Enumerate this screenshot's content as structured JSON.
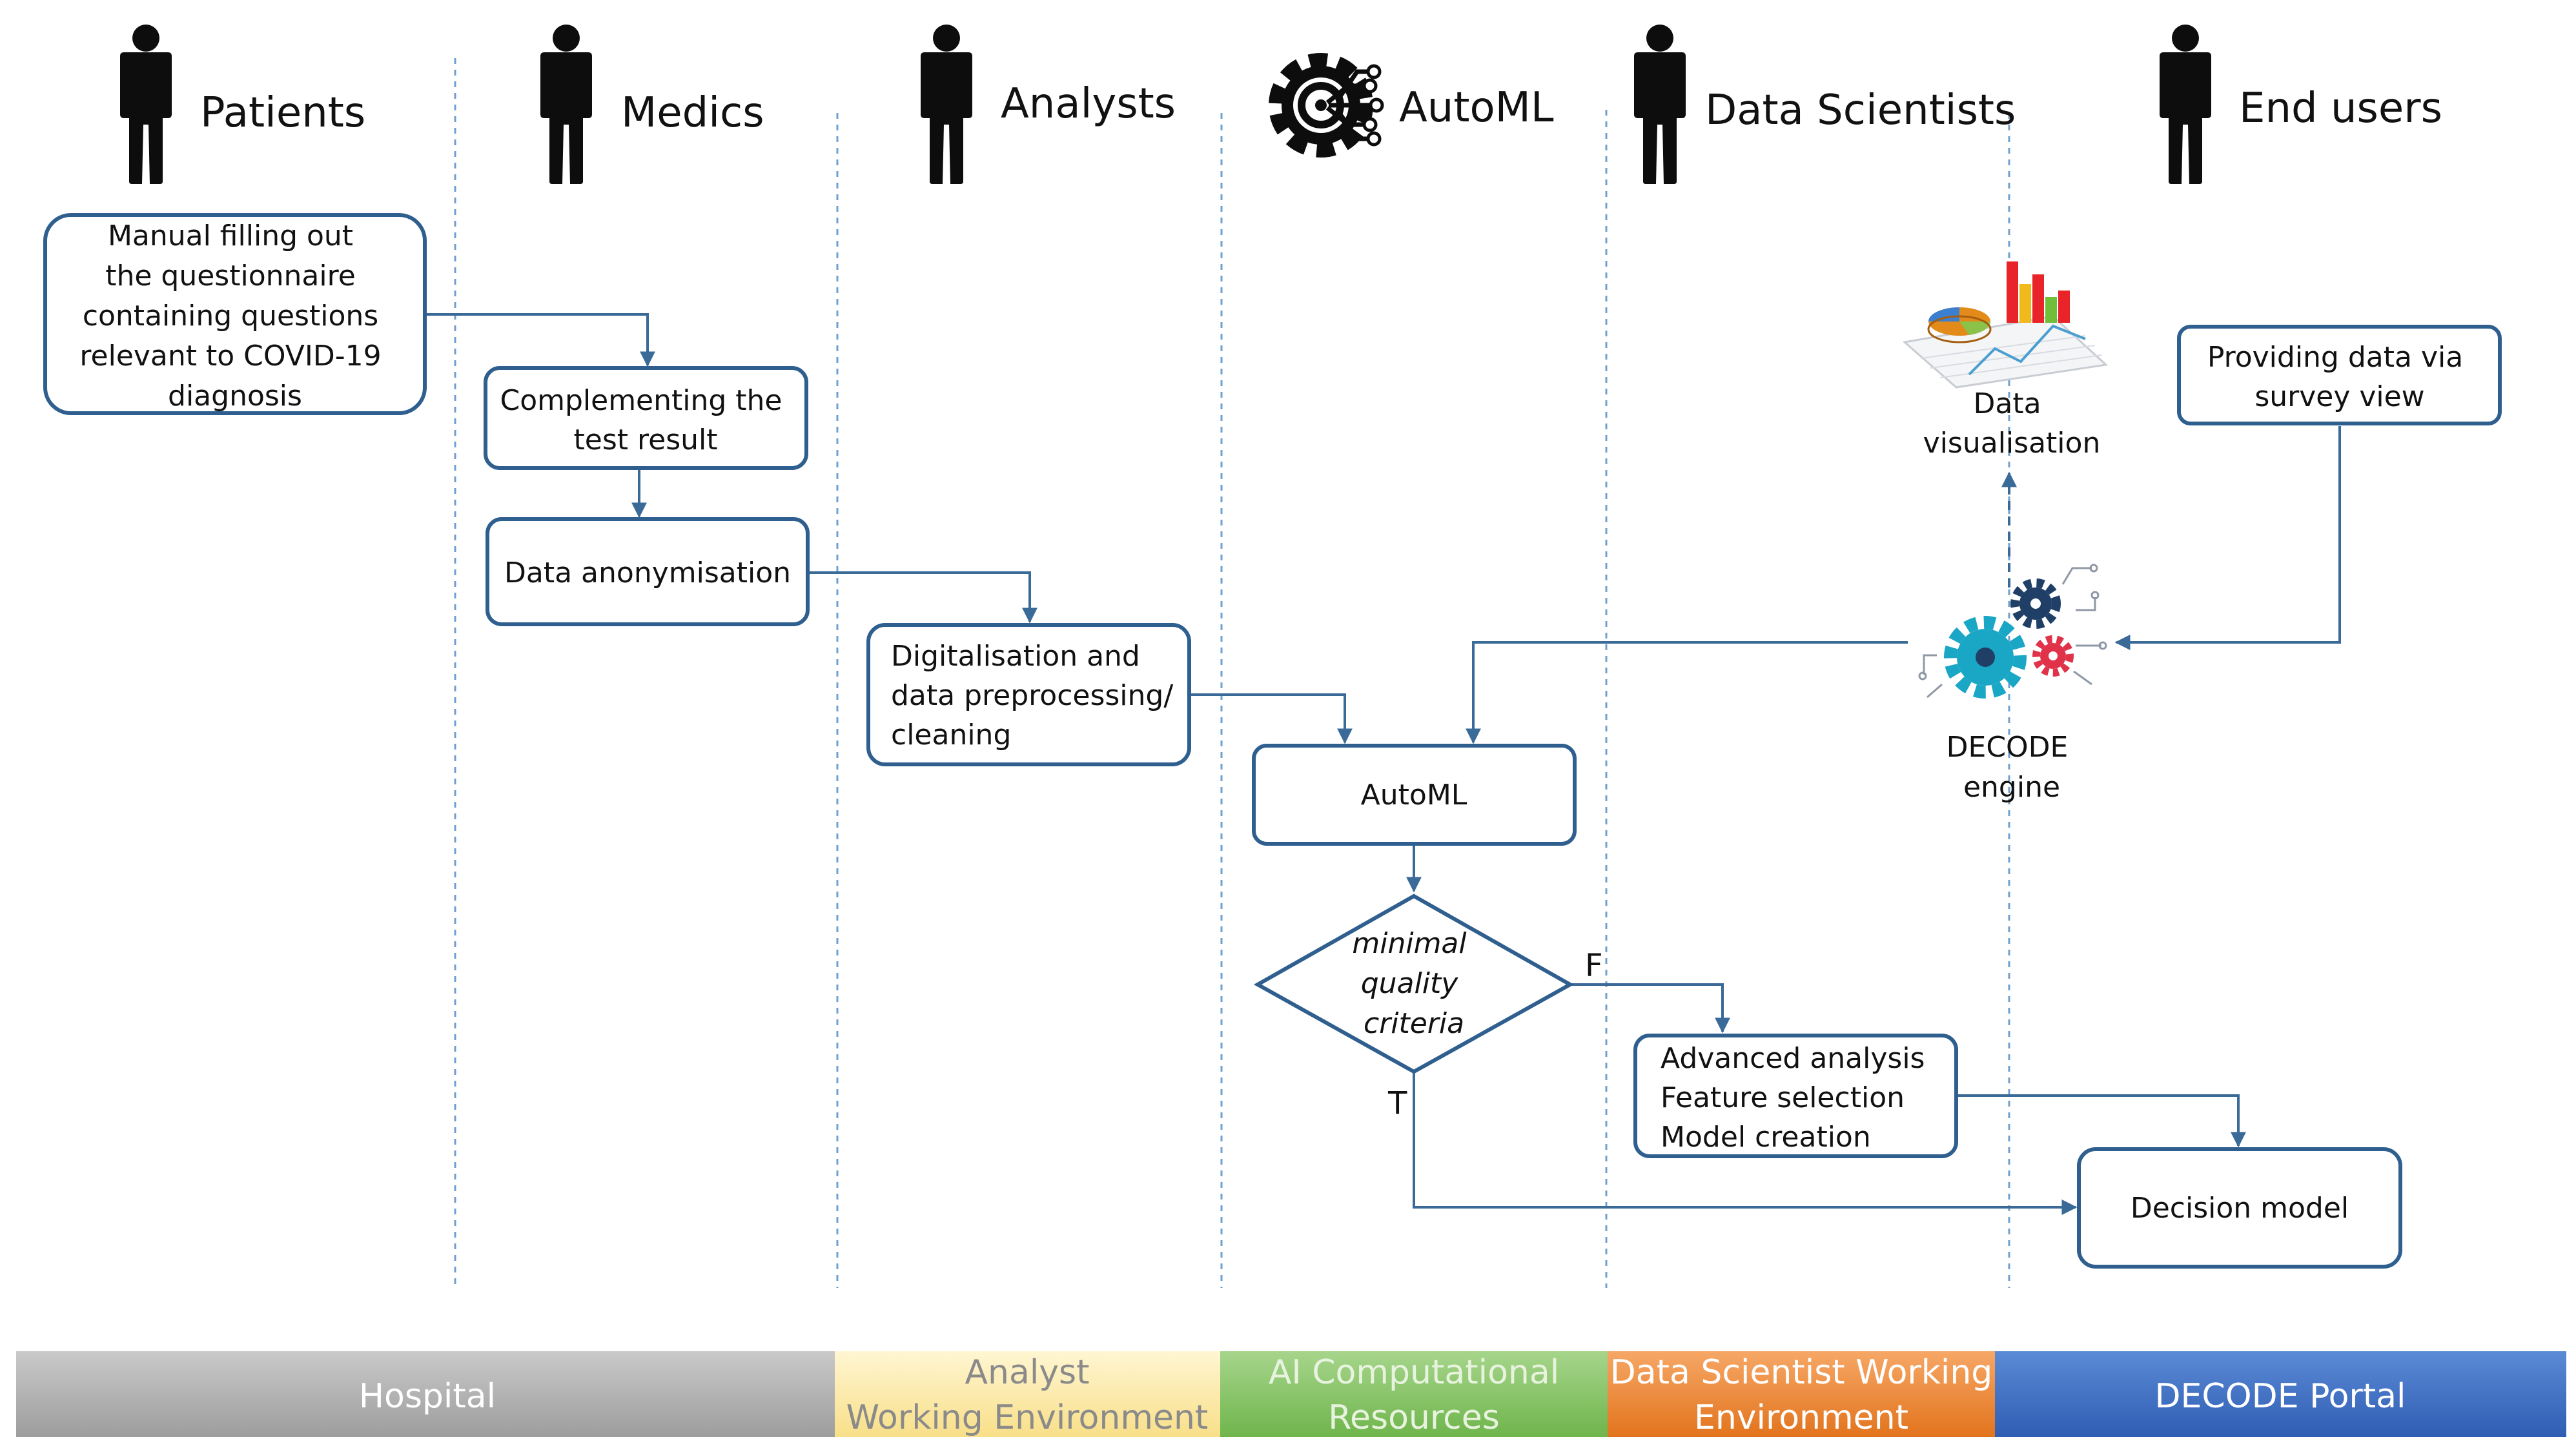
{
  "actors": [
    {
      "id": "patients",
      "label": "Patients",
      "icon": "person-icon"
    },
    {
      "id": "medics",
      "label": "Medics",
      "icon": "person-icon"
    },
    {
      "id": "analysts",
      "label": "Analysts",
      "icon": "person-icon"
    },
    {
      "id": "automl",
      "label": "AutoML",
      "icon": "ai-gear-icon"
    },
    {
      "id": "data_scientists",
      "label": "Data Scientists",
      "icon": "person-icon"
    },
    {
      "id": "end_users",
      "label": "End users",
      "icon": "person-icon"
    }
  ],
  "nodes": {
    "manual_filling": [
      "Manual filling out",
      "the  questionnaire",
      "containing  questions",
      "relevant  to  COVID-19",
      "diagnosis"
    ],
    "complementing": [
      "Complementing the",
      "test result"
    ],
    "anonymisation": [
      "Data anonymisation"
    ],
    "digitalisation": [
      "Digitalisation and",
      "data preprocessing/",
      "cleaning"
    ],
    "automl_box": [
      "AutoML"
    ],
    "quality_criteria": [
      "minimal",
      "quality",
      "criteria"
    ],
    "advanced": [
      "Advanced analysis",
      "Feature selection",
      "Model creation"
    ],
    "decision_model": [
      "Decision model"
    ],
    "providing_data": [
      "Providing data via",
      "survey view"
    ],
    "data_visualisation": [
      "Data",
      "visualisation"
    ],
    "decode_engine": [
      "DECODE",
      "engine"
    ]
  },
  "edge_labels": {
    "false": "F",
    "true": "T"
  },
  "bands": [
    {
      "id": "hospital",
      "label": [
        "Hospital"
      ],
      "color": "#b5b5b5"
    },
    {
      "id": "analyst_env",
      "label": [
        "Analyst",
        "Working Environment"
      ],
      "color": "#fbe9a8"
    },
    {
      "id": "ai_resources",
      "label": [
        "AI Computational",
        "Resources"
      ],
      "color": "#8cc66a"
    },
    {
      "id": "ds_env",
      "label": [
        "Data Scientist Working",
        "Environment"
      ],
      "color": "#ee8d3c"
    },
    {
      "id": "decode_portal",
      "label": [
        "DECODE Portal"
      ],
      "color": "#3f6fc6"
    }
  ],
  "colors": {
    "box_stroke": "#2f5f8e",
    "connector": "#3a6a98",
    "lane_divider": "#6fa0cf",
    "gear_teal": "#1aa7c6",
    "gear_navy": "#1f3f66",
    "gear_red": "#e03248"
  }
}
